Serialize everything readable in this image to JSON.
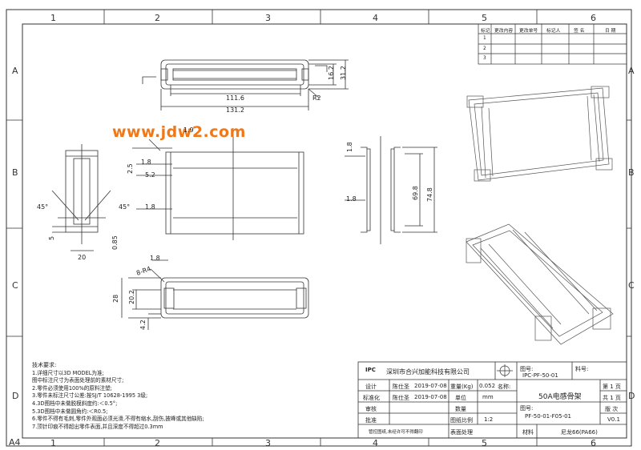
{
  "zones": {
    "columns": [
      "1",
      "2",
      "3",
      "4",
      "5",
      "6"
    ],
    "rows": [
      "A",
      "B",
      "C",
      "D"
    ],
    "sheet_size": "A4"
  },
  "watermark": "www.jdw2.com",
  "revision_table": {
    "headers": [
      "标记",
      "更改内容",
      "更改单号",
      "标记人",
      "签 名",
      "日 期"
    ],
    "rows": [
      "1",
      "2",
      "3"
    ]
  },
  "dimensions": {
    "top_view": {
      "length_inner": "111.6",
      "length_outer": "131.2",
      "width_inner": "16.2",
      "width_outer": "31.2",
      "corner": "R2"
    },
    "front_view": {
      "d1": "1.9",
      "d2": "1.8",
      "d3": "2.5",
      "d4": "5.2",
      "d5": "1.8"
    },
    "section_view": {
      "d1": "1.8",
      "d2": "1.8",
      "height_inner": "69.8",
      "height_outer": "74.8"
    },
    "detail_view": {
      "angle_left": "45°",
      "angle_right": "45°",
      "width": "20",
      "d1": "5",
      "d2": "0.85"
    },
    "bottom_view": {
      "d1": "1.8",
      "corner": "8-R4",
      "h1": "28",
      "h2": "20.2",
      "d2": "4.2"
    }
  },
  "notes": {
    "title": "技术要求:",
    "lines": [
      "1.详细尺寸以3D MODEL为准;",
      "  图中标注尺寸为表面处理前的素材尺寸;",
      "2.零件必须使用100%的原料注塑;",
      "3.零件未标注尺寸公差:按SJ/T 10628-1995 3级;",
      "4.3D图档中未做脱模斜度约:＜0.5°;",
      "5.3D图档中未做圆角约:＜R0.5;",
      "6.零件不得有毛刺,零件外观面必须光滑,不得有缩水,刮伤,披峰或其他缺陷;",
      "7.顶针印痕不得超出零件表面,并且深度不得超过0.3mm"
    ]
  },
  "title_block": {
    "company": "深圳市合兴加能科技有限公司",
    "logo_text": "IPC",
    "labels": {
      "design": "设计",
      "standard": "标准化",
      "review": "审核",
      "approve": "批准",
      "weight": "重量(Kg)",
      "unit": "单位",
      "quantity": "数量",
      "scale_label": "图纸比例",
      "name_label": "名称:",
      "drawing_no_label": "图号:",
      "part_no_label": "料号:",
      "sheet_label_1": "第 1 页",
      "sheet_label_2": "共 1 页",
      "version_label": "版 次",
      "surface": "表面处理",
      "material_label": "材料"
    },
    "designer": "陈仕圣",
    "design_date": "2019-07-08",
    "standard_person": "陈仕圣",
    "standard_date": "2019-07-08",
    "weight_value": "0.052",
    "unit_value": "mm",
    "scale_value": "1:2",
    "part_name": "50A电感骨架",
    "part_code": "IPC-PF-50-01",
    "drawing_no": "PF-50-01-F05-01",
    "version": "V0.1",
    "material": "尼龙66(PA66)",
    "footer_note": "管控图纸,未经许可不得翻印"
  }
}
